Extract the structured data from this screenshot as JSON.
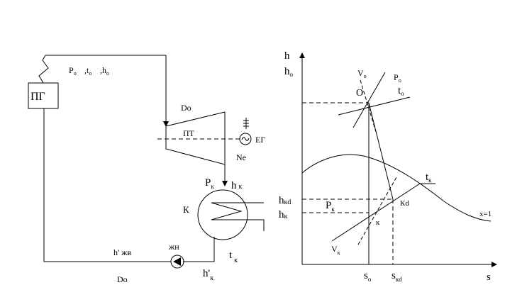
{
  "scheme": {
    "generator": "ПГ",
    "params_top": "P",
    "params_top_sub": "o",
    "params_t": ",t",
    "params_t_sub": "o",
    "params_h": ",h",
    "params_h_sub": "o",
    "flow_top": "Do",
    "turbine": "ПТ",
    "electric_gen": "ЕГ",
    "power": "Ne",
    "condenser": "К",
    "pk": "P",
    "pk_sub": "к",
    "hk": "h",
    "hk_sub": "к",
    "tk": "t",
    "tk_sub": "к",
    "hk_prime": "h'",
    "hk_prime_sub": "к",
    "pump": "жн",
    "feedwater": "h' жв",
    "flow_bottom": "Do"
  },
  "hs_diagram": {
    "axis_h": "h",
    "axis_h0": "h",
    "axis_h0_sub": "o",
    "axis_s": "s",
    "v0": "V",
    "v0_sub": "o",
    "p0": "P",
    "p0_sub": "o",
    "point_o": "O",
    "t0": "t",
    "t0_sub": "o",
    "tk": "t",
    "tk_sub": "к",
    "hkd": "h",
    "hkd_sub": "кd",
    "hk": "h",
    "hk_sub": "к",
    "pk": "P",
    "pk_sub": "к",
    "kd": "Кd",
    "k": "к",
    "vk": "V",
    "vk_sub": "к",
    "x1": "x=1",
    "s0": "s",
    "s0_sub": "o",
    "skd": "s",
    "skd_sub": "кd"
  }
}
